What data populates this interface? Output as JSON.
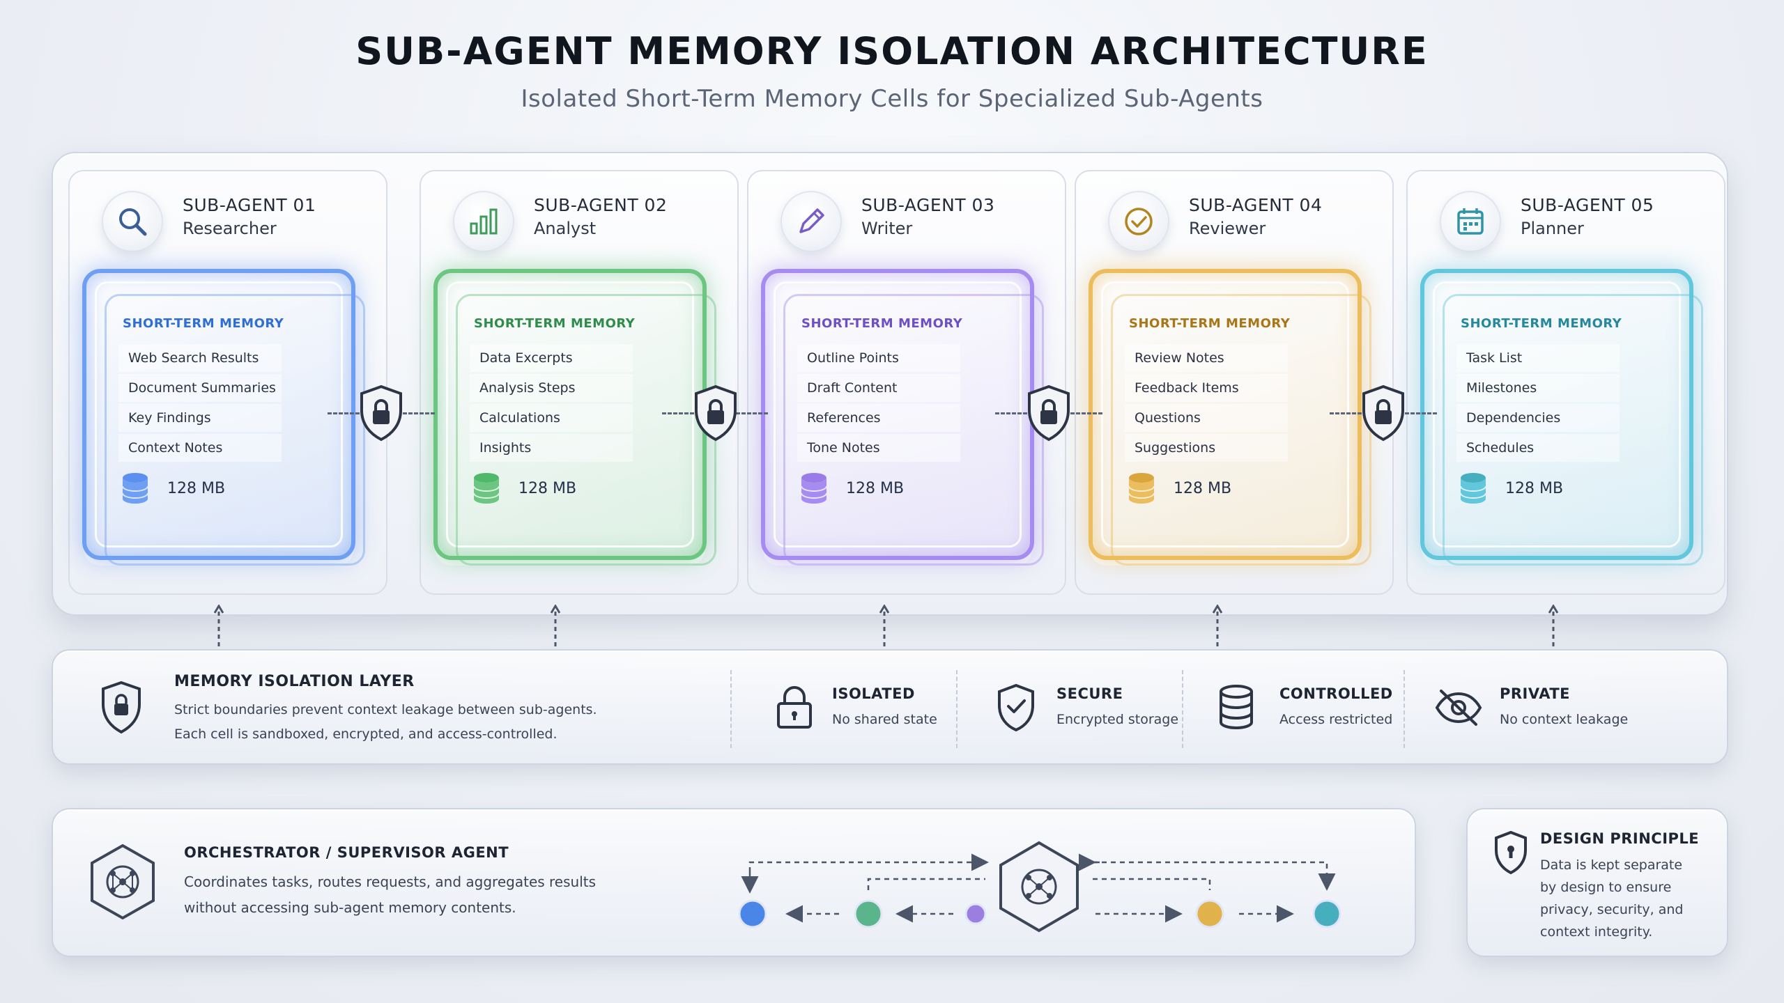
{
  "header": {
    "title": "SUB-AGENT MEMORY ISOLATION ARCHITECTURE",
    "subtitle": "Isolated Short-Term Memory Cells for Specialized Sub-Agents"
  },
  "agents": [
    {
      "id": "SUB-AGENT 01",
      "role": "Researcher",
      "icon": "search-icon",
      "color": "#5b8ff0",
      "memory_label": "SHORT-TERM MEMORY",
      "items": [
        "Web Search Results",
        "Document Summaries",
        "Key Findings",
        "Context Notes"
      ],
      "size": "128 MB"
    },
    {
      "id": "SUB-AGENT 02",
      "role": "Analyst",
      "icon": "bar-chart-icon",
      "color": "#4fb86a",
      "memory_label": "SHORT-TERM MEMORY",
      "items": [
        "Data Excerpts",
        "Analysis Steps",
        "Calculations",
        "Insights"
      ],
      "size": "128 MB"
    },
    {
      "id": "SUB-AGENT 03",
      "role": "Writer",
      "icon": "pencil-icon",
      "color": "#9a7ce8",
      "memory_label": "SHORT-TERM MEMORY",
      "items": [
        "Outline Points",
        "Draft Content",
        "References",
        "Tone Notes"
      ],
      "size": "128 MB"
    },
    {
      "id": "SUB-AGENT 04",
      "role": "Reviewer",
      "icon": "check-circle-icon",
      "color": "#e3ae45",
      "memory_label": "SHORT-TERM MEMORY",
      "items": [
        "Review Notes",
        "Feedback Items",
        "Questions",
        "Suggestions"
      ],
      "size": "128 MB"
    },
    {
      "id": "SUB-AGENT 05",
      "role": "Planner",
      "icon": "calendar-icon",
      "color": "#4cb8d0",
      "memory_label": "SHORT-TERM MEMORY",
      "items": [
        "Task List",
        "Milestones",
        "Dependencies",
        "Schedules"
      ],
      "size": "128 MB"
    }
  ],
  "isolation": {
    "title": "MEMORY ISOLATION LAYER",
    "line1": "Strict boundaries prevent context leakage between sub-agents.",
    "line2": "Each cell is sandboxed, encrypted, and access-controlled.",
    "features": [
      {
        "title": "ISOLATED",
        "desc": "No shared state",
        "icon": "lock-icon"
      },
      {
        "title": "SECURE",
        "desc": "Encrypted storage",
        "icon": "shield-check-icon"
      },
      {
        "title": "CONTROLLED",
        "desc": "Access restricted",
        "icon": "database-icon"
      },
      {
        "title": "PRIVATE",
        "desc": "No context leakage",
        "icon": "eye-off-icon"
      }
    ]
  },
  "orchestrator": {
    "title": "ORCHESTRATOR / SUPERVISOR AGENT",
    "line1": "Coordinates tasks, routes requests, and aggregates results",
    "line2": "without accessing sub-agent memory contents.",
    "node_colors": [
      "#4a86e8",
      "#5bb58c",
      "#9b7fe0",
      "#e1b24a",
      "#46aebe"
    ]
  },
  "design": {
    "title": "DESIGN PRINCIPLE",
    "lines": [
      "Data is kept separate",
      "by design to ensure",
      "privacy, security, and",
      "context integrity."
    ]
  }
}
